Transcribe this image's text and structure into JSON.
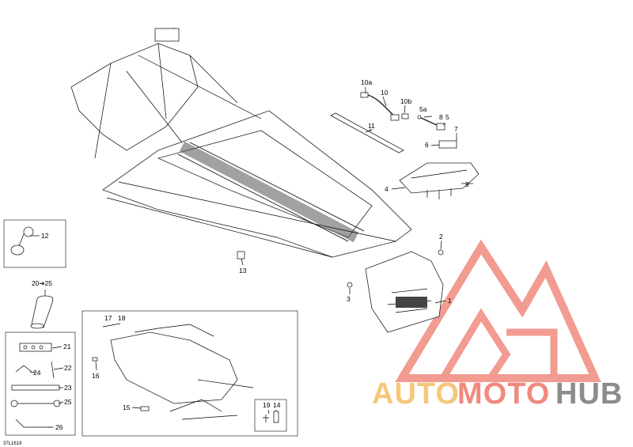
{
  "diagram_code": "37L1619",
  "labels": {
    "l1": "1",
    "l2": "2",
    "l3": "3",
    "l4": "4",
    "l5a": "5a",
    "l5": "5",
    "l6": "6",
    "l7": "7",
    "l8": "8",
    "l9": "9",
    "l10a": "10a",
    "l10": "10",
    "l10b": "10b",
    "l11": "11",
    "l12": "12",
    "l13": "13",
    "l14": "14",
    "l15": "15",
    "l16": "16",
    "l17": "17",
    "l18": "18",
    "l19": "19",
    "l20_25": "20➔25",
    "l21": "21",
    "l22": "22",
    "l23": "23",
    "l24": "24",
    "l25": "25",
    "l26": "26"
  },
  "watermark": {
    "text_part1": "AUTO",
    "text_part2": "MOTO",
    "text_part3": "HUB",
    "color1": "#f6c77a",
    "color2": "#f08a7e",
    "color3": "#8c8c8c",
    "logo_color": "#f08a7e"
  }
}
